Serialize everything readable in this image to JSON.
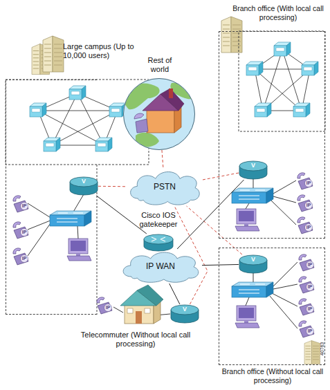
{
  "diagram": {
    "nodes": [
      {
        "text": [
          "Large campus (Up to 10,000 users)"
        ]
      },
      {
        "text": [
          "V"
        ],
        "in": 0
      },
      {
        "text": [
          "IP"
        ],
        "in": 0
      },
      {
        "text": [
          "IP"
        ],
        "in": 0
      },
      {
        "text": [
          "IP"
        ],
        "in": 0
      },
      {
        "text": [
          "Rest of world"
        ]
      },
      {
        "text": [
          "Branch office (With local call processing)"
        ]
      },
      {
        "text": [
          "V"
        ],
        "in": 6
      },
      {
        "text": [
          "IP"
        ],
        "in": 6
      },
      {
        "text": [
          "IP"
        ],
        "in": 6
      },
      {
        "text": [
          "IP"
        ],
        "in": 6
      },
      {
        "text": [
          "PSTN"
        ]
      },
      {
        "text": [
          "Cisco IOS gatekeeper"
        ]
      },
      {
        "text": [
          "IP WAN"
        ]
      },
      {
        "text": [
          "IP"
        ]
      },
      {
        "text": [
          "V"
        ]
      },
      {
        "text": [
          "Branch office (Without local call processing)"
        ]
      },
      {
        "text": [
          "V"
        ],
        "in": 16
      },
      {
        "text": [
          "IP"
        ],
        "in": 16
      },
      {
        "text": [
          "IP"
        ],
        "in": 16
      },
      {
        "text": [
          "IP"
        ],
        "in": 16
      },
      {
        "text": [
          "IP"
        ],
        "in": 16
      }
    ],
    "edges": [
      {
        "from": 1,
        "to": 11,
        "arrow": "none"
      },
      {
        "from": 5,
        "to": 11,
        "arrow": "none"
      },
      {
        "from": 7,
        "to": 11,
        "arrow": "none"
      },
      {
        "from": 17,
        "to": 11,
        "arrow": "none"
      },
      {
        "from": 15,
        "to": 11,
        "arrow": "none"
      },
      {
        "from": 1,
        "to": 12,
        "arrow": "none"
      },
      {
        "from": 7,
        "to": 13,
        "arrow": "none"
      },
      {
        "from": 17,
        "to": 13,
        "arrow": "none"
      },
      {
        "from": 15,
        "to": 13,
        "arrow": "none"
      }
    ],
    "labels": [
      "Telecommuter (Without local call processing)",
      "40763"
    ]
  }
}
